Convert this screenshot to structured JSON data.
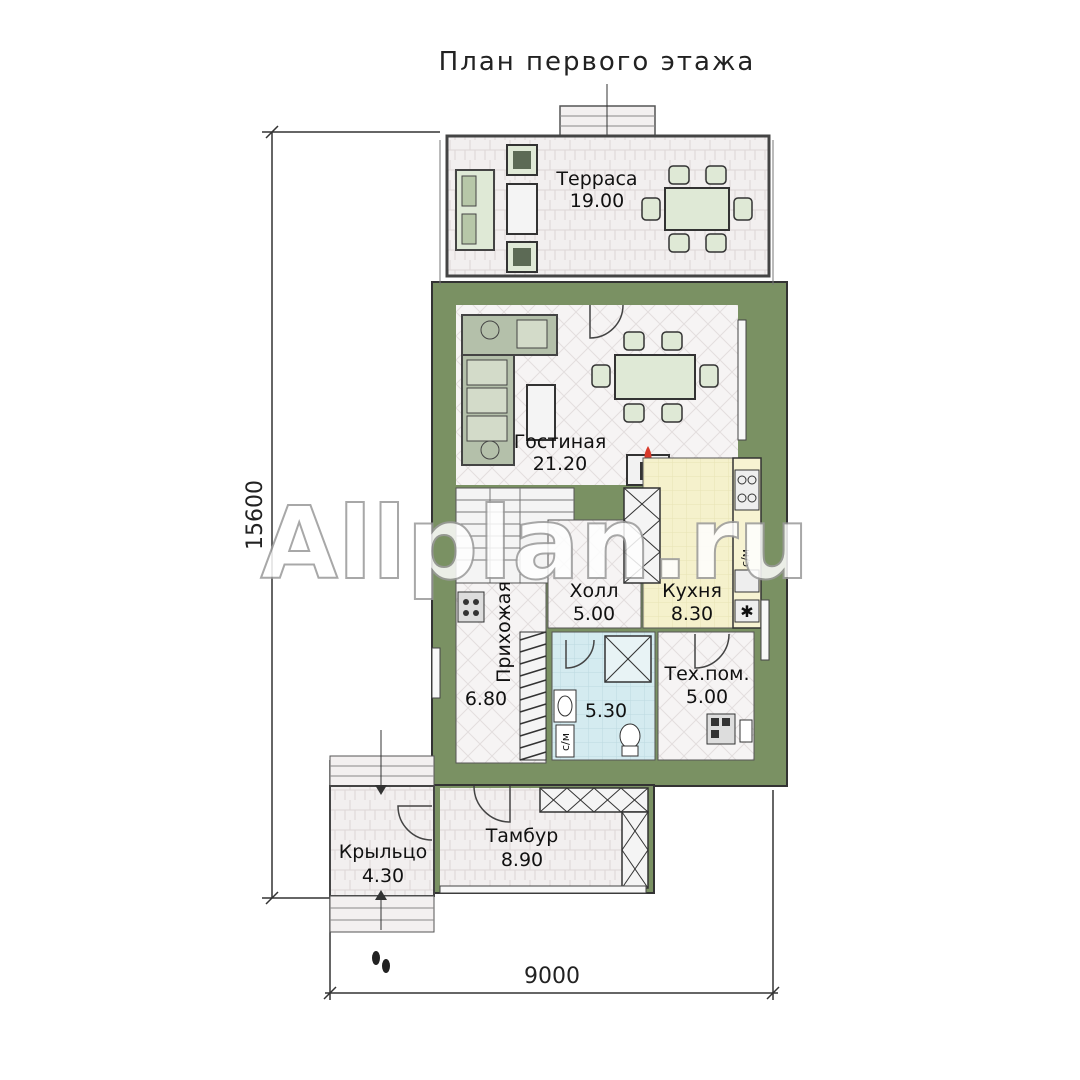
{
  "title": "План первого этажа",
  "dimensions": {
    "height": "15600",
    "width": "9000"
  },
  "watermark": "Allplan.ru",
  "rooms": {
    "terrace": {
      "label": "Терраса",
      "area": "19.00"
    },
    "living": {
      "label": "Гостиная",
      "area": "21.20"
    },
    "hall": {
      "label": "Холл",
      "area": "5.00"
    },
    "kitchen": {
      "label": "Кухня",
      "area": "8.30"
    },
    "entry": {
      "label": "Прихожая",
      "area": "6.80"
    },
    "bath": {
      "label": "",
      "area": "5.30"
    },
    "tech": {
      "label": "Тех.пом.",
      "area": "5.00"
    },
    "vestibule": {
      "label": "Тамбур",
      "area": "8.90"
    },
    "porch": {
      "label": "Крыльцо",
      "area": "4.30"
    }
  },
  "tags": {
    "washer_kitchen": "с/м",
    "washer_bath": "с/м"
  },
  "colors": {
    "wall": "#7a9163",
    "wall_dark": "#3a3a3a",
    "tile": "#f1eeee",
    "kitchen_floor": "#f4f0c9",
    "bath_floor": "#cfe8ee",
    "furniture": "#dfe9d6",
    "furniture_dark": "#5c6a55"
  }
}
